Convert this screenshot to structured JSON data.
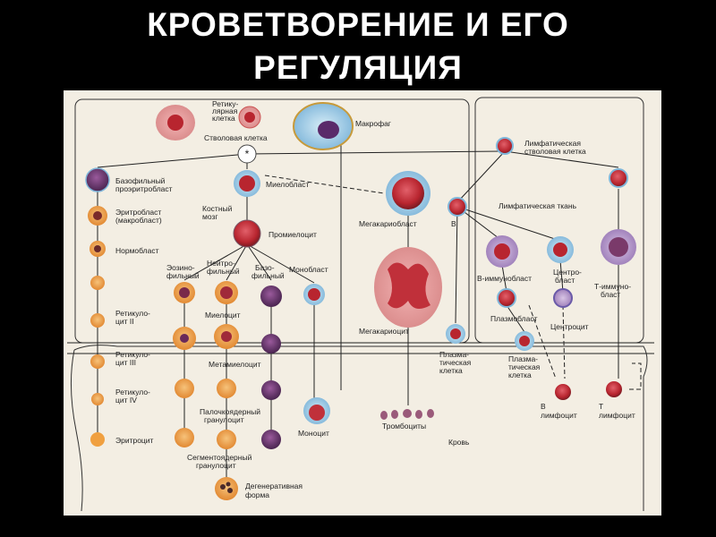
{
  "title": {
    "line1": "КРОВЕТВОРЕНИЕ И ЕГО",
    "line2": "РЕГУЛЯЦИЯ"
  },
  "labels": {
    "reticular1": "Ретику-",
    "reticular2": "лярная",
    "reticular3": "клетка",
    "macrophage": "Макрофаг",
    "stem_cell": "Стволовая  клетка",
    "lymph_stem1": "Лимфатическая",
    "lymph_stem2": "стволовая клетка",
    "baso_pro1": "Базофильный",
    "baso_pro2": "проэритробласт",
    "myeloblast": "Миелобласт",
    "bone_marrow1": "Костный",
    "bone_marrow2": "мозг",
    "erythroblast1": "Эритробласт",
    "erythroblast2": "(макробласт)",
    "normoblast": "Нормобласт",
    "promyelocyte": "Промиелоцит",
    "eos1": "Эозино-",
    "eos2": "фильный",
    "neut1": "Нейтро-",
    "neut2": "фильный",
    "baso1": "Базо-",
    "baso2": "фильный",
    "monoblast": "Монобласт",
    "megakaryoblast": "Мегакариобласт",
    "b1": "B",
    "lymph_tissue": "Лимфатическая ткань",
    "b_immunoblast": "B-иммунобласт",
    "centroblast1": "Центро-",
    "centroblast2": "бласт",
    "t_immunoblast1": "Т-иммуно-",
    "t_immunoblast2": "бласт",
    "retic2_1": "Ретикуло-",
    "retic2_2": "цит II",
    "myelocyte": "Миелоцит",
    "plasmablast": "Плазмобласт",
    "centrocyte": "Центроцит",
    "megakaryocyte": "Мегакариоцит",
    "retic3_1": "Ретикуло-",
    "retic3_2": "цит III",
    "metamyelocyte": "Метамиелоцит",
    "plasma_a1": "Плазма-",
    "plasma_a2": "тическая",
    "plasma_a3": "клетка",
    "plasma_b1": "Плазма-",
    "plasma_b2": "тическая",
    "plasma_b3": "клетка",
    "retic4_1": "Ретикуло-",
    "retic4_2": "цит IV",
    "band1": "Палочкоядерный",
    "band2": "гранулоцит",
    "b2_1": "B",
    "b2_2": "лимфоцит",
    "t2_1": "T",
    "t2_2": "лимфоцит",
    "erythrocyte": "Эритроцит",
    "monocyte": "Моноцит",
    "thrombocytes": "Тромбоциты",
    "blood": "Кровь",
    "seg1": "Сегментоядерный",
    "seg2": "гранулоцит",
    "degen1": "Дегенеративная",
    "degen2": "форма"
  },
  "colors": {
    "background": "#000000",
    "title": "#ffffff",
    "paper": "#f3eee3",
    "line": "#222222",
    "cell_red": "#c0303a",
    "cell_orange": "#e8953c",
    "cell_purple": "#6a3a7a",
    "cell_blue": "#8fc3e3"
  }
}
